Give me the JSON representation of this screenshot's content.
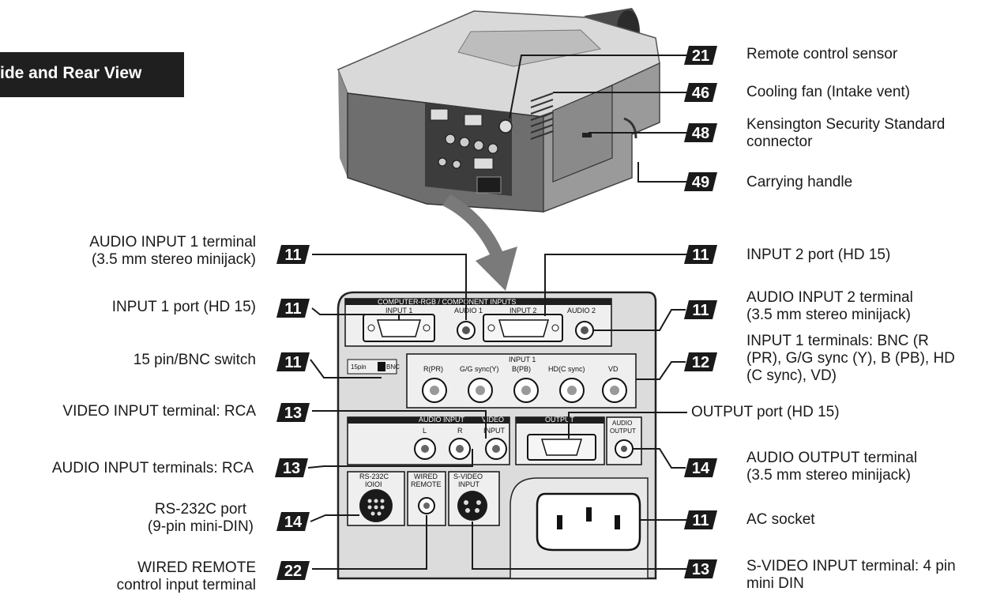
{
  "title": "ide and Rear View",
  "labels": [
    {
      "id": "l21",
      "badge": "21",
      "lines": [
        "Remote control sensor"
      ]
    },
    {
      "id": "l46",
      "badge": "46",
      "lines": [
        "Cooling fan (Intake vent)"
      ]
    },
    {
      "id": "l48",
      "badge": "48",
      "lines": [
        "Kensington Security Standard",
        "connector"
      ]
    },
    {
      "id": "l49",
      "badge": "49",
      "lines": [
        "Carrying handle"
      ]
    },
    {
      "id": "la1",
      "badge": "11",
      "lines": [
        "AUDIO INPUT 1 terminal",
        "(3.5 mm stereo minijack)"
      ]
    },
    {
      "id": "lin1",
      "badge": "11",
      "lines": [
        "INPUT 1 port (HD 15)"
      ]
    },
    {
      "id": "lsw",
      "badge": "11",
      "lines": [
        "15 pin/BNC switch"
      ]
    },
    {
      "id": "lvid",
      "badge": "13",
      "lines": [
        "VIDEO INPUT terminal: RCA"
      ]
    },
    {
      "id": "laud",
      "badge": "13",
      "lines": [
        "AUDIO INPUT terminals: RCA"
      ]
    },
    {
      "id": "lrs",
      "badge": "14",
      "lines": [
        "RS-232C port",
        "(9-pin mini-DIN)"
      ]
    },
    {
      "id": "lwr",
      "badge": "22",
      "lines": [
        "WIRED REMOTE",
        "control input terminal"
      ]
    },
    {
      "id": "lin2",
      "badge": "11",
      "lines": [
        "INPUT 2 port (HD 15)"
      ]
    },
    {
      "id": "la2",
      "badge": "11",
      "lines": [
        "AUDIO INPUT 2  terminal",
        "(3.5 mm stereo minijack)"
      ]
    },
    {
      "id": "lbnc",
      "badge": "12",
      "lines": [
        "INPUT 1 terminals: BNC (R",
        "(PR), G/G sync (Y), B (PB), HD",
        "(C sync), VD)"
      ]
    },
    {
      "id": "lout",
      "badge": "",
      "lines": [
        "OUTPUT port (HD 15)"
      ]
    },
    {
      "id": "laout",
      "badge": "14",
      "lines": [
        "AUDIO OUTPUT terminal",
        "(3.5 mm stereo minijack)"
      ]
    },
    {
      "id": "lac",
      "badge": "11",
      "lines": [
        "AC socket"
      ]
    },
    {
      "id": "lsv",
      "badge": "13",
      "lines": [
        "S-VIDEO INPUT terminal: 4 pin",
        "mini DIN"
      ]
    }
  ],
  "panel": {
    "header": "COMPUTER-RGB / COMPONENT INPUTS",
    "input1": "INPUT 1",
    "audio1": "AUDIO 1",
    "input2": "INPUT 2",
    "audio2": "AUDIO 2",
    "bnc_group": "INPUT 1",
    "bnc": [
      "R(PR)",
      "G/G sync(Y)",
      "B(PB)",
      "HD(C sync)",
      "VD"
    ],
    "switch_15pin": "15pin",
    "switch_bnc": "BNC",
    "audio_input": "AUDIO INPUT",
    "audio_l": "L",
    "audio_r": "R",
    "video": "VIDEO",
    "video_input": "INPUT",
    "output": "OUTPUT",
    "audio_output_1": "AUDIO",
    "audio_output_2": "OUTPUT",
    "rs232c": "RS-232C",
    "rs232c_sym": "IOIOI",
    "wired_1": "WIRED",
    "wired_2": "REMOTE",
    "svideo_1": "S-VIDEO",
    "svideo_2": "INPUT"
  },
  "colors": {
    "badge": "#1a1a1a",
    "panel": "#dcdcdc",
    "panel_dark": "#222222",
    "arrow": "#6f6f6f"
  }
}
